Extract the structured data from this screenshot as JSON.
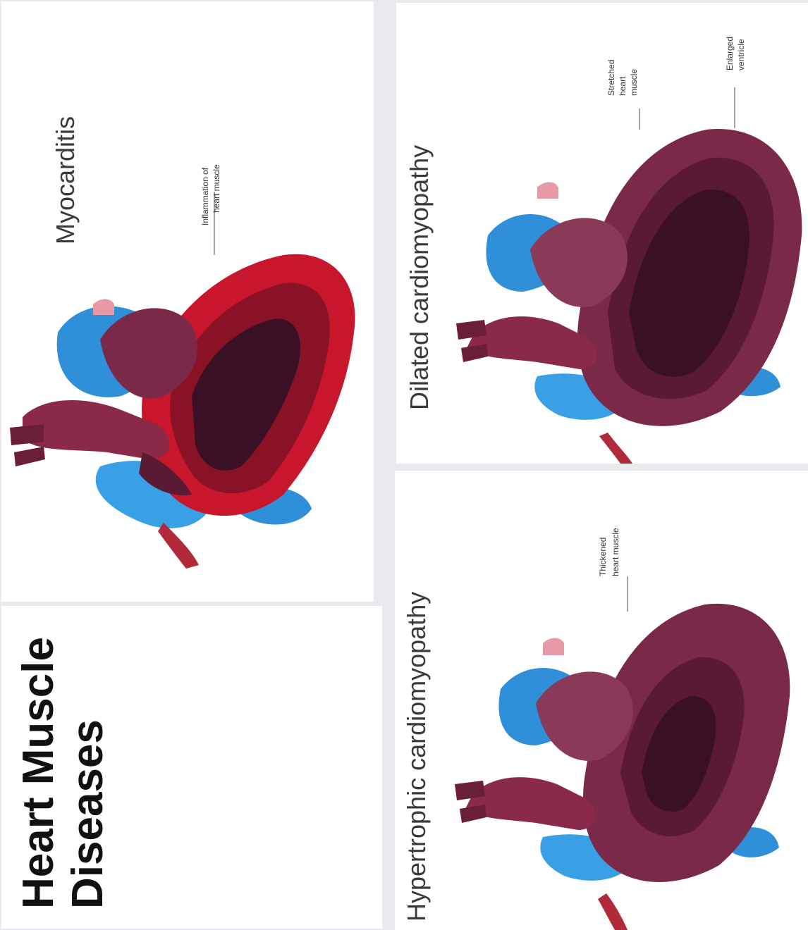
{
  "page": {
    "heading_line1": "Heart Muscle",
    "heading_line2": "Diseases"
  },
  "panels": {
    "myocarditis": {
      "title": "Myocarditis",
      "callout_line1": "Inflammation of",
      "callout_line2": "heart muscle",
      "muscle_color": "#c8162c"
    },
    "dilated": {
      "title": "Dilated cardiomyopathy",
      "callout_a_line1": "Stretched",
      "callout_a_line2": "heart",
      "callout_a_line3": "muscle",
      "callout_b_line1": "Enlarged",
      "callout_b_line2": "ventricle",
      "muscle_color": "#7a2a48"
    },
    "hypertrophic": {
      "title": "Hypertrophic cardiomyopathy",
      "callout_line1": "Thickened",
      "callout_line2": "heart muscle",
      "muscle_color": "#7a2a48"
    }
  },
  "colors": {
    "vein_blue": "#2f8fd8",
    "vessel_red": "#b02a3a",
    "chamber_dark": "#3a1024",
    "background": "#ffffff"
  }
}
